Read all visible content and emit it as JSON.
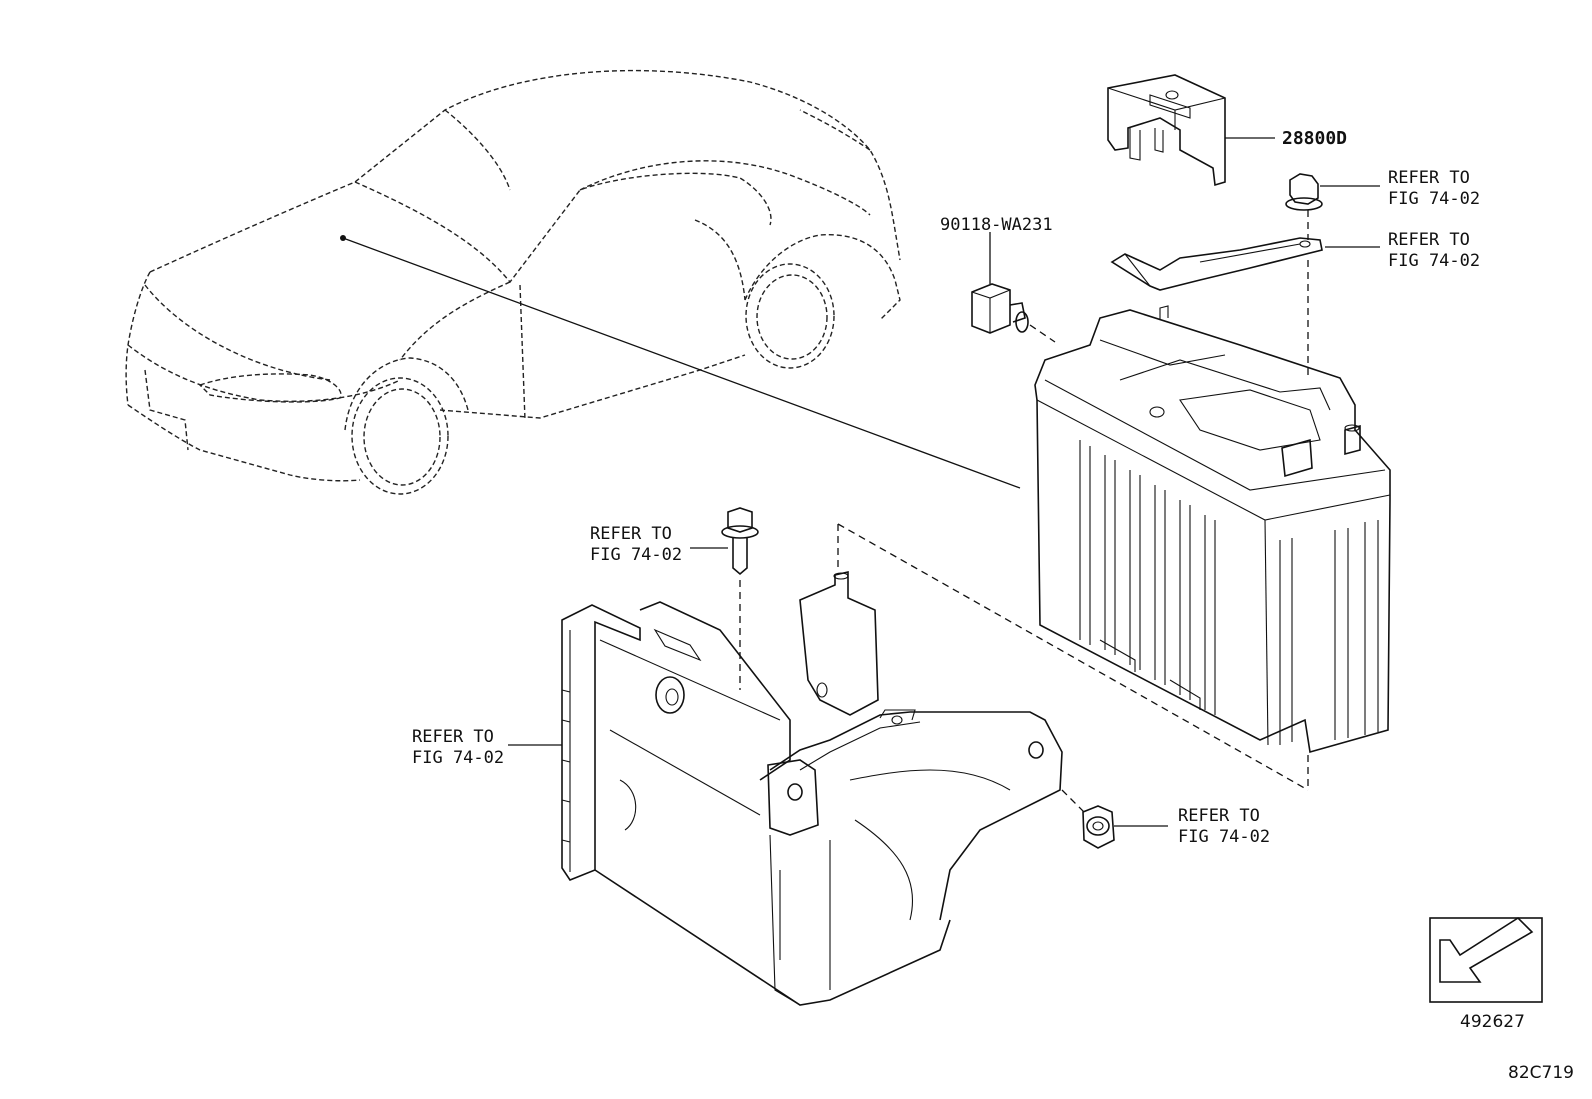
{
  "parts": {
    "cover": {
      "number": "28800D"
    },
    "sensor": {
      "number": "90118-WA231"
    },
    "nut_top": {
      "line1": "REFER TO",
      "line2": "FIG 74-02"
    },
    "clamp": {
      "line1": "REFER TO",
      "line2": "FIG 74-02"
    },
    "bolt_left": {
      "line1": "REFER TO",
      "line2": "FIG 74-02"
    },
    "tray": {
      "line1": "REFER TO",
      "line2": "FIG 74-02"
    },
    "bolt_right": {
      "line1": "REFER TO",
      "line2": "FIG 74-02"
    }
  },
  "view_box": {
    "number": "492627"
  },
  "figure_code": "82C719"
}
